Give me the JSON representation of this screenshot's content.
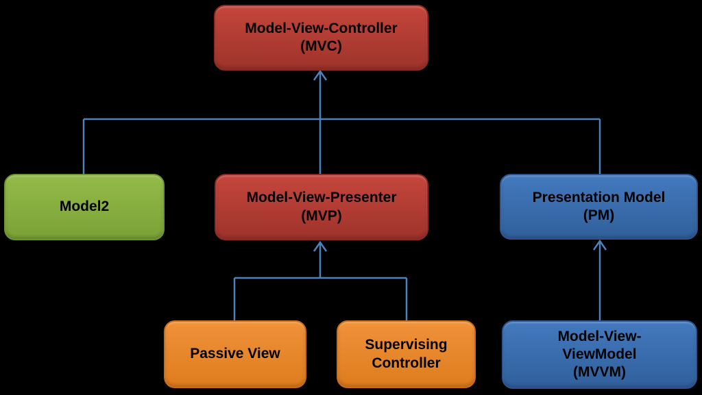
{
  "diagram": {
    "nodes": {
      "mvc": {
        "label": "Model-View-Controller\n(MVC)",
        "color_key": "red"
      },
      "model2": {
        "label": "Model2",
        "color_key": "green"
      },
      "mvp": {
        "label": "Model-View-Presenter\n(MVP)",
        "color_key": "red"
      },
      "pm": {
        "label": "Presentation Model\n(PM)",
        "color_key": "blue"
      },
      "passive_view": {
        "label": "Passive View",
        "color_key": "orange"
      },
      "supervising_controller": {
        "label": "Supervising\nController",
        "color_key": "orange"
      },
      "mvvm": {
        "label": "Model-View-\nViewModel\n(MVVM)",
        "color_key": "blue"
      }
    },
    "edges": [
      {
        "from": "model2",
        "to": "mvc",
        "arrowhead_at_target": true
      },
      {
        "from": "mvp",
        "to": "mvc",
        "arrowhead_at_target": true
      },
      {
        "from": "pm",
        "to": "mvc",
        "arrowhead_at_target": true
      },
      {
        "from": "passive_view",
        "to": "mvp",
        "arrowhead_at_target": true
      },
      {
        "from": "supervising_controller",
        "to": "mvp",
        "arrowhead_at_target": true
      },
      {
        "from": "mvvm",
        "to": "pm",
        "arrowhead_at_target": true
      }
    ],
    "colors": {
      "background": "#000000",
      "text": "#000000",
      "connector": "#4F81BD",
      "red_top": "#C5463C",
      "red_bottom": "#9E332B",
      "red_border": "#8E2A23",
      "green_top": "#94BB49",
      "green_bottom": "#79A136",
      "green_border": "#6F9430",
      "blue_top": "#4379BE",
      "blue_bottom": "#30609C",
      "blue_border": "#2C5590",
      "orange_top": "#F0923B",
      "orange_bottom": "#DE7C1D",
      "orange_border": "#C86E16"
    }
  }
}
